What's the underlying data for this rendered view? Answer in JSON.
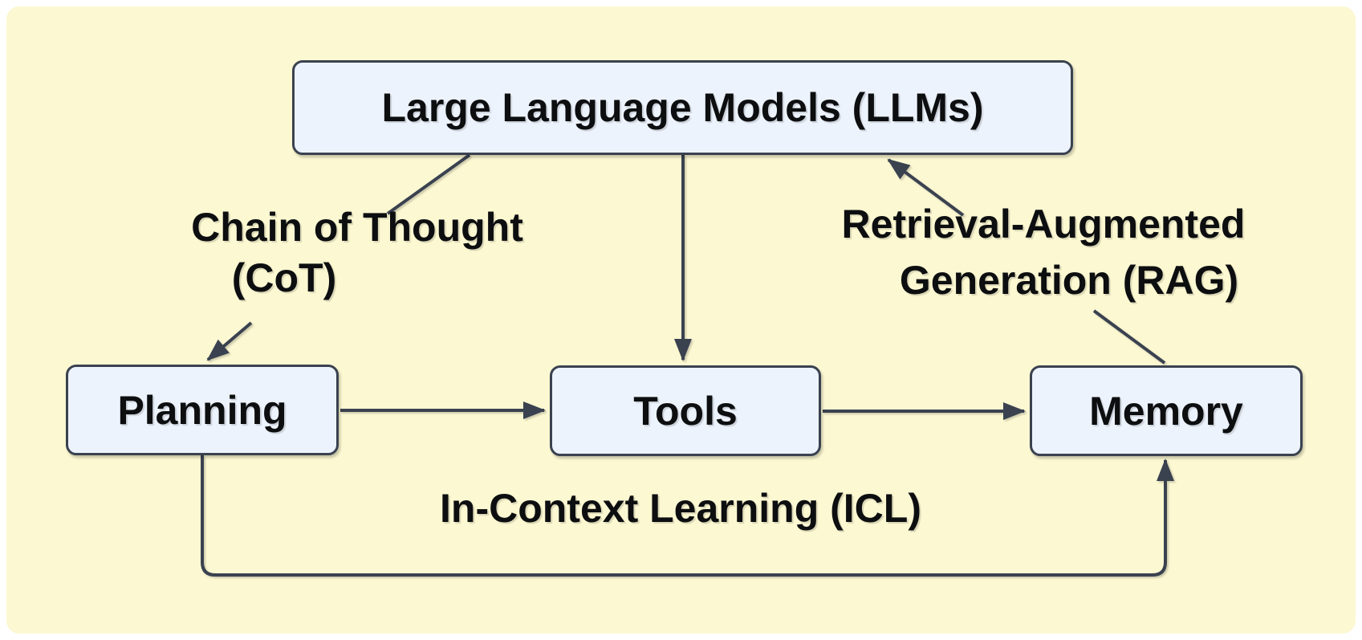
{
  "diagram": {
    "title": "LLM agent concepts diagram",
    "colors": {
      "page_background": "#FFFFFF",
      "panel_background": "#FCF8D2",
      "node_fill": "#EDF3FC",
      "stroke": "#3A4250",
      "text": "#0D0E10"
    },
    "nodes": {
      "llms": {
        "label": "Large Language Models (LLMs)"
      },
      "planning": {
        "label": "Planning"
      },
      "tools": {
        "label": "Tools"
      },
      "memory": {
        "label": "Memory"
      }
    },
    "annotations": {
      "cot": {
        "line1": "Chain of Thought",
        "line2": "(CoT)"
      },
      "rag": {
        "line1": "Retrieval-Augmented",
        "line2": "Generation (RAG)"
      },
      "icl": {
        "text": "In-Context Learning (ICL)"
      }
    },
    "edges": [
      {
        "from": "llms",
        "to": "cot-label",
        "arrowhead": false
      },
      {
        "from": "cot-label",
        "to": "planning",
        "arrowhead": true
      },
      {
        "from": "llms",
        "to": "tools",
        "arrowhead": true
      },
      {
        "from": "rag-label",
        "to": "llms",
        "arrowhead": true
      },
      {
        "from": "rag-label",
        "to": "memory",
        "arrowhead": false
      },
      {
        "from": "planning",
        "to": "tools",
        "arrowhead": true
      },
      {
        "from": "tools",
        "to": "memory",
        "arrowhead": true
      },
      {
        "from": "planning",
        "to": "memory",
        "arrowhead": true,
        "route": "bottom-loop"
      }
    ]
  }
}
